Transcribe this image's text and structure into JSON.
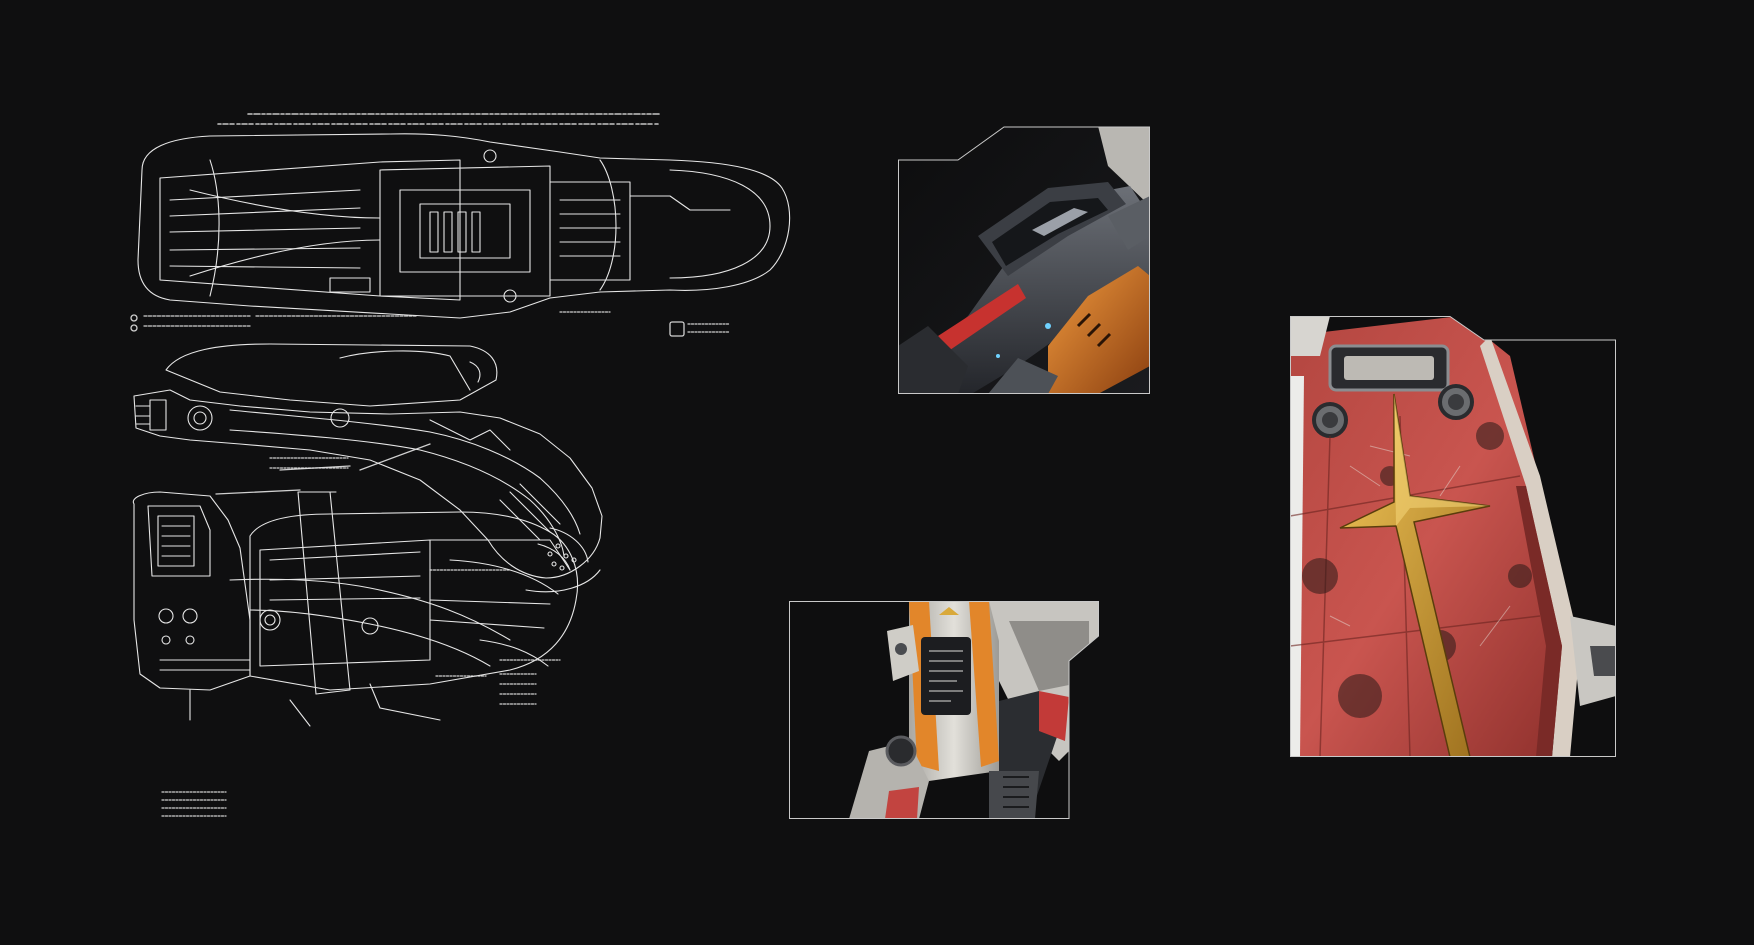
{
  "colors": {
    "background": "#0f0f10",
    "line": "#e8e8e8",
    "panel_border": "#bfbfbf",
    "accent_orange": "#d9731f",
    "accent_red": "#c24a45",
    "accent_yellow": "#d9a93a",
    "armor_white": "#d8d6d0",
    "gunmetal": "#3a3d42"
  },
  "panels": [
    {
      "subject": "mech-rifle-closeup"
    },
    {
      "subject": "mech-torso-closeup"
    },
    {
      "subject": "mech-shield-closeup"
    }
  ]
}
